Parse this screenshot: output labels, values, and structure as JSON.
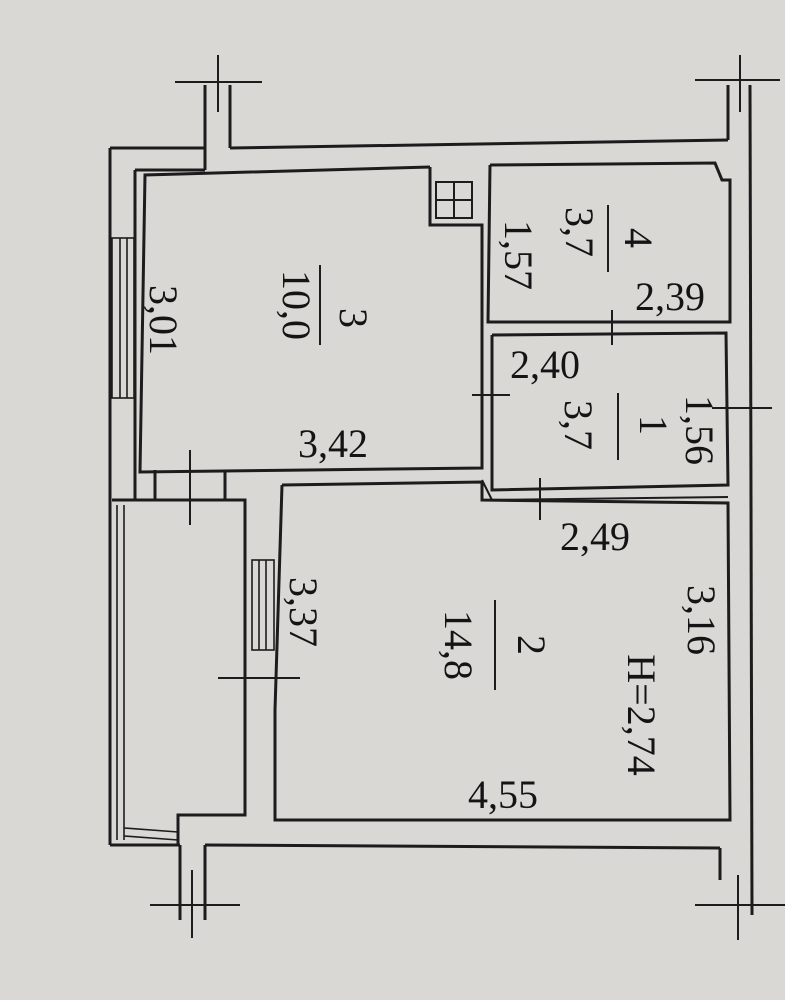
{
  "plan": {
    "ceiling_height": "H=2,74",
    "rooms": [
      {
        "number": "1",
        "area": "3,7",
        "width": "2,40",
        "depth": "1,56"
      },
      {
        "number": "2",
        "area": "14,8",
        "width": "4,55",
        "depth": "3,16",
        "extra_width": "2,49",
        "extra_depth": "3,37"
      },
      {
        "number": "3",
        "area": "10,0",
        "width": "3,42",
        "depth": "3,01"
      },
      {
        "number": "4",
        "area": "3,7",
        "width": "2,39",
        "depth": "1,57"
      }
    ]
  },
  "colors": {
    "paper": "#d9d8d4",
    "ink": "#1c1c1c"
  }
}
